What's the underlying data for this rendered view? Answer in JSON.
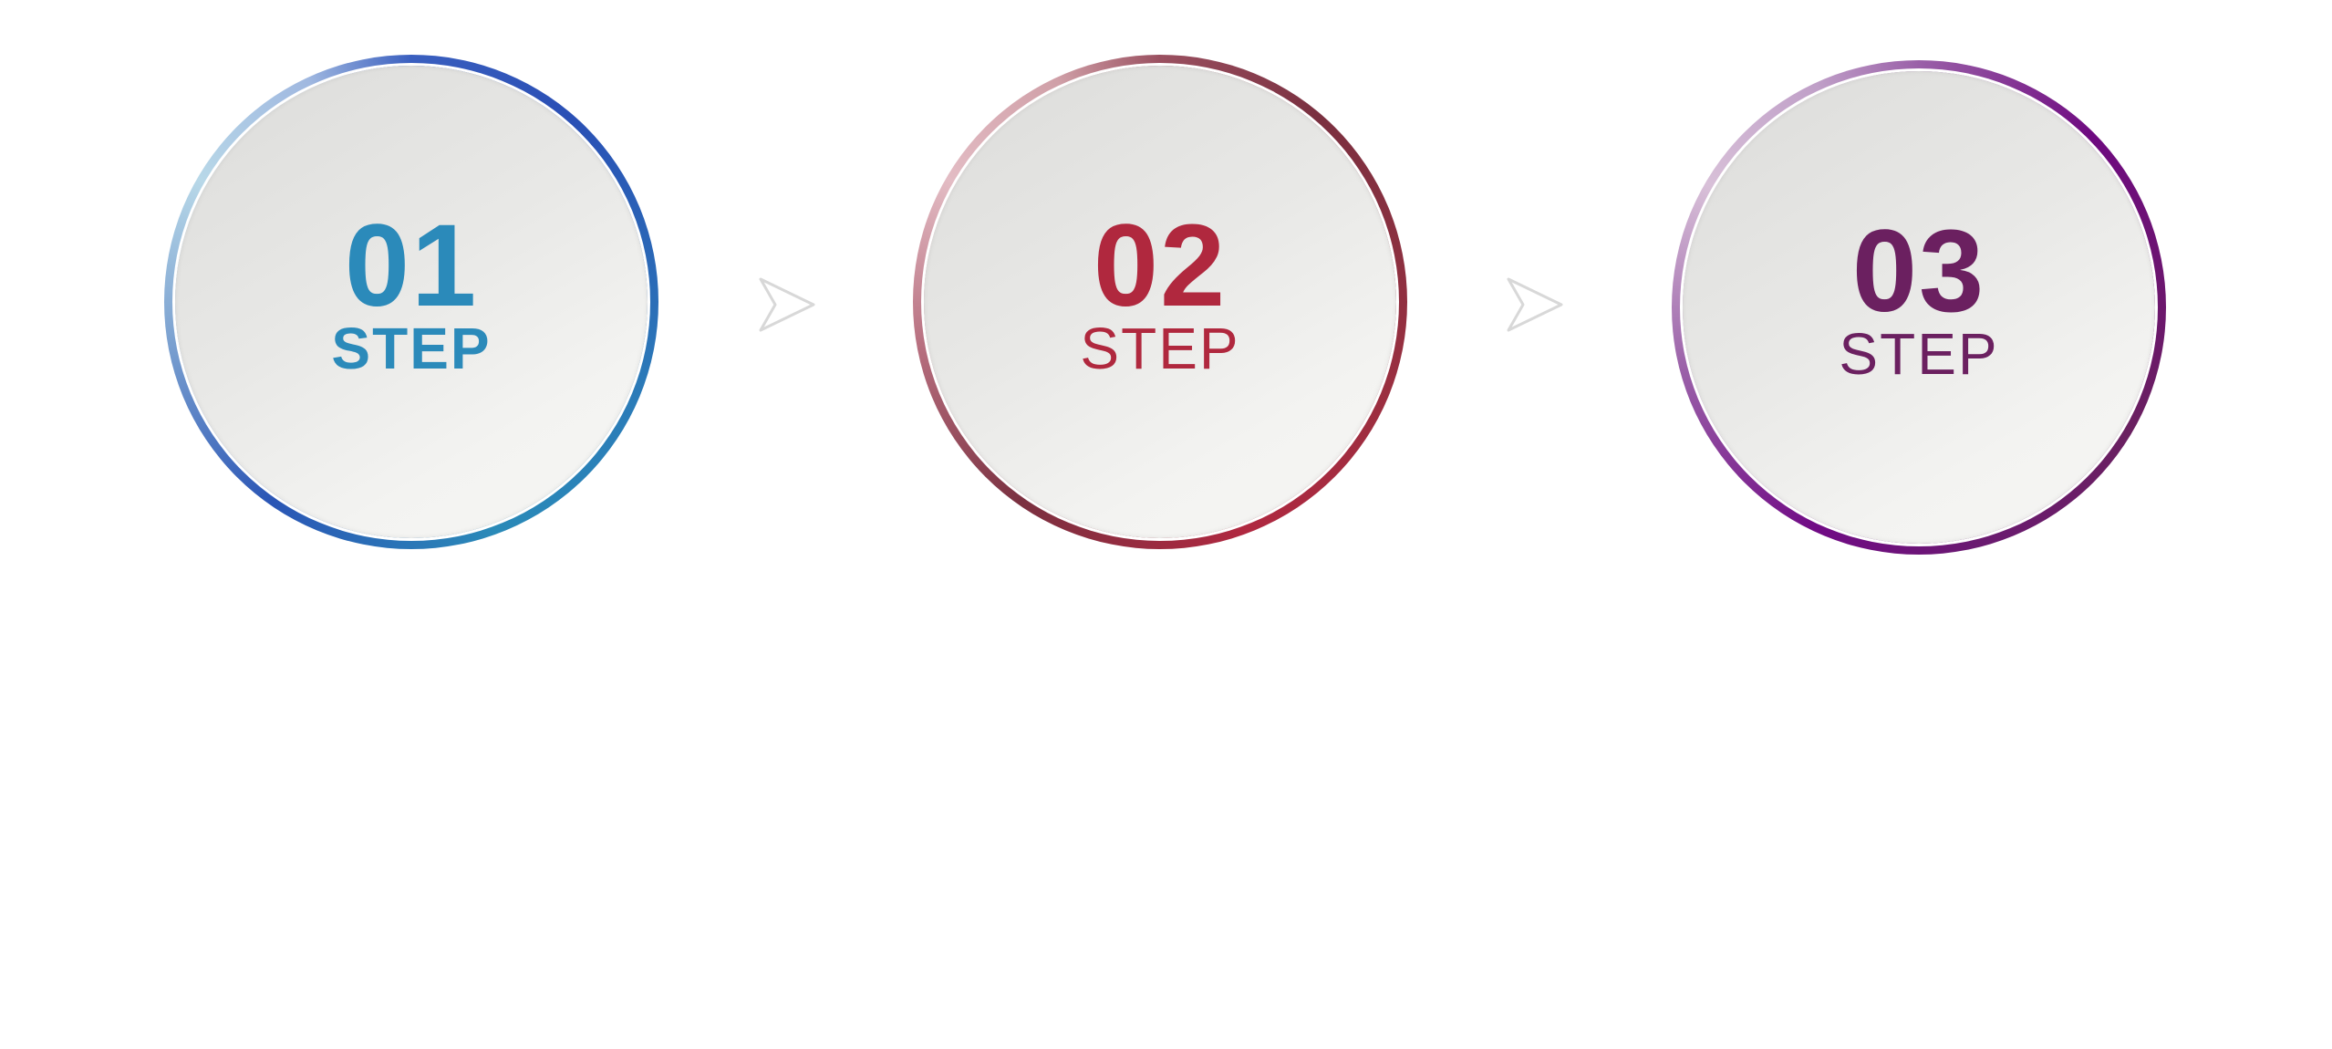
{
  "steps": [
    {
      "number": "01",
      "label": "STEP",
      "color": "#2b8aba"
    },
    {
      "number": "02",
      "label": "STEP",
      "color": "#b0283e"
    },
    {
      "number": "03",
      "label": "STEP",
      "color": "#6b2060"
    }
  ],
  "connectors": [
    {
      "icon": "chevron-arrow-right-icon"
    },
    {
      "icon": "chevron-arrow-right-icon"
    }
  ]
}
